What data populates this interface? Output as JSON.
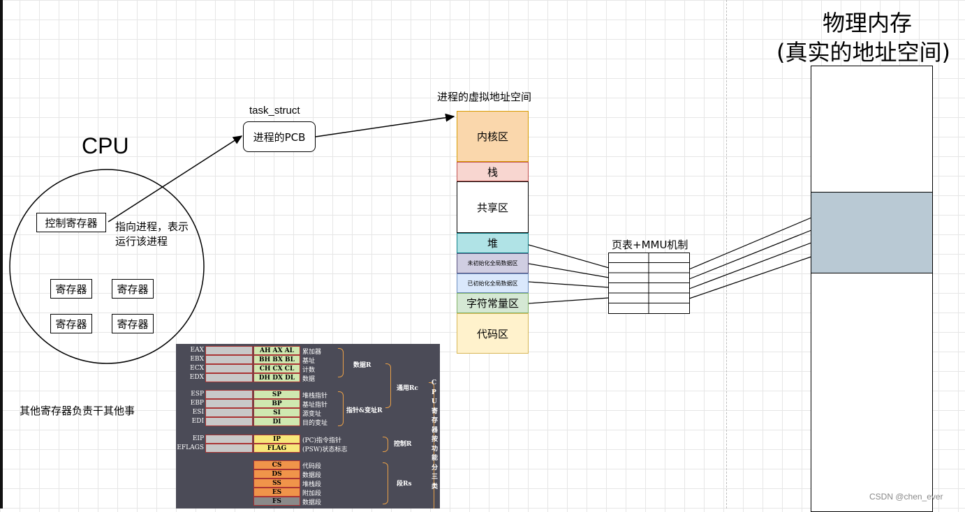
{
  "cpu": {
    "title": "CPU",
    "control_register": "控制寄存器",
    "pointer_note": "指向进程，表示运行该进程",
    "registers": [
      "寄存器",
      "寄存器",
      "寄存器",
      "寄存器"
    ],
    "other_note": "其他寄存器负责干其他事"
  },
  "pcb": {
    "label_top": "task_struct",
    "label": "进程的PCB"
  },
  "virtual_space": {
    "title": "进程的虚拟地址空间",
    "segments": [
      {
        "label": "内核区",
        "color": "#fad7ac",
        "border": "#d79b00"
      },
      {
        "label": "栈",
        "color": "#f8d6d0",
        "border": "#c0504d"
      },
      {
        "label": "共享区",
        "color": "#ffffff",
        "border": "#000000"
      },
      {
        "label": "堆",
        "color": "#b0e3e6",
        "border": "#0e8088"
      },
      {
        "label": "未初始化全局数据区",
        "color": "#d0cee2",
        "border": "#56517e"
      },
      {
        "label": "已初始化全局数据区",
        "color": "#dae8fc",
        "border": "#6c8ebf"
      },
      {
        "label": "字符常量区",
        "color": "#d5e8d4",
        "border": "#82b366"
      },
      {
        "label": "代码区",
        "color": "#fff2cc",
        "border": "#d6b656"
      }
    ]
  },
  "page_table": {
    "label": "页表+MMU机制"
  },
  "physical": {
    "title_line1": "物理内存",
    "title_line2": "(真实的地址空间)",
    "highlight_color": "#b9c9d4"
  },
  "register_panel": {
    "general": [
      {
        "name": "EAX",
        "cell": "AH  AX  AL",
        "desc": "累加器"
      },
      {
        "name": "EBX",
        "cell": "BH  BX  BL",
        "desc": "基址"
      },
      {
        "name": "ECX",
        "cell": "CH  CX  CL",
        "desc": "计数"
      },
      {
        "name": "EDX",
        "cell": "DH  DX  DL",
        "desc": "数据"
      }
    ],
    "pointer": [
      {
        "name": "ESP",
        "cell": "SP",
        "desc": "堆栈指针"
      },
      {
        "name": "EBP",
        "cell": "BP",
        "desc": "基址指针"
      },
      {
        "name": "ESI",
        "cell": "SI",
        "desc": "源变址"
      },
      {
        "name": "EDI",
        "cell": "DI",
        "desc": "目的变址"
      }
    ],
    "control": [
      {
        "name": "EIP",
        "cell": "IP",
        "desc": "(PC)指令指针"
      },
      {
        "name": "EFLAGS",
        "cell": "FLAG",
        "desc": "(PSW)状态标志"
      }
    ],
    "segment": [
      {
        "name": "",
        "cell": "CS",
        "desc": "代码段"
      },
      {
        "name": "",
        "cell": "DS",
        "desc": "数据段"
      },
      {
        "name": "",
        "cell": "SS",
        "desc": "堆栈段"
      },
      {
        "name": "",
        "cell": "ES",
        "desc": "附加段"
      },
      {
        "name": "",
        "cell": "FS",
        "desc": "数据段"
      }
    ],
    "group_labels": {
      "data": "数据R",
      "general": "通用Rc",
      "pointer": "指针&变址R",
      "control": "控制R",
      "segment": "段Rs",
      "vertical": "CPU寄存器按功能分三类"
    }
  },
  "watermark": "CSDN @chen_ever"
}
